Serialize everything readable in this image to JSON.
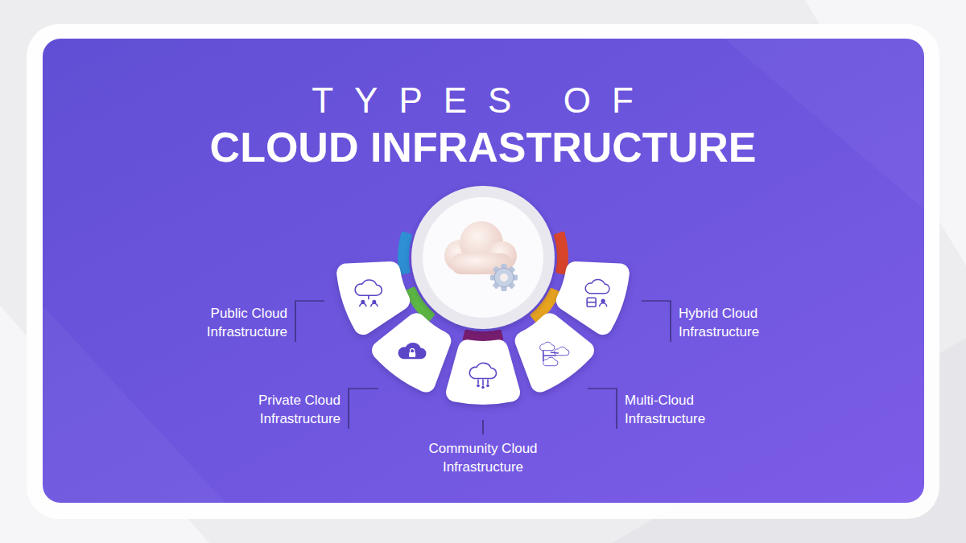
{
  "diagram": {
    "title": "TYPES OF CLOUD INFRASTRUCTURE",
    "nodes": [
      {
        "text": [
          "Public Cloud Infrastructure"
        ]
      },
      {
        "text": [
          "Private Cloud Infrastructure"
        ]
      },
      {
        "text": [
          "Community Cloud Infrastructure"
        ]
      },
      {
        "text": [
          "Multi-Cloud Infrastructure"
        ]
      },
      {
        "text": [
          "Hybrid Cloud Infrastructure"
        ]
      }
    ]
  }
}
